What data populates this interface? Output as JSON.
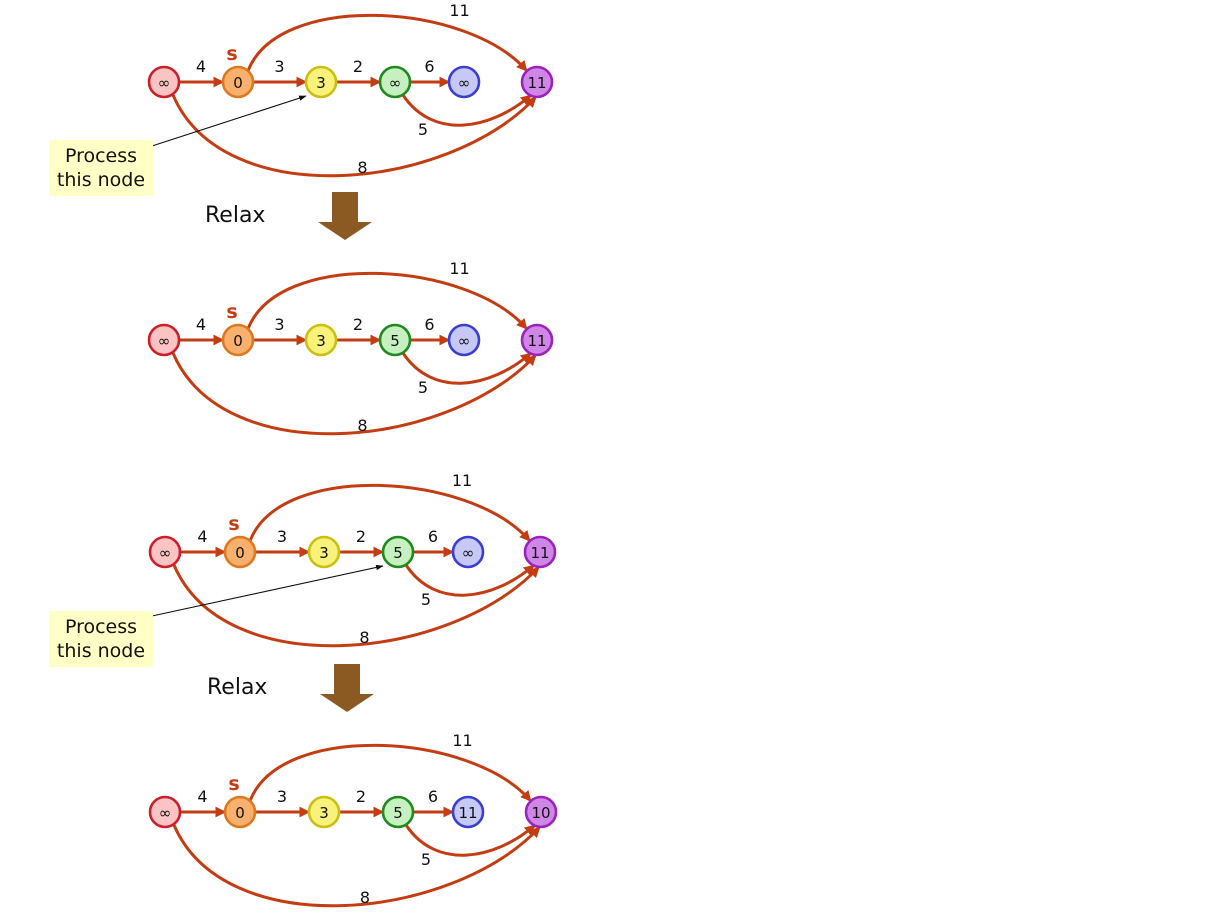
{
  "colors": {
    "edge": "#c43c12",
    "down_arrow": "#8b5a22",
    "note_bg": "#ffffc6",
    "source_label": "#c43c12"
  },
  "node_styles": {
    "red": {
      "fill": "#fbc4c4",
      "stroke": "#cc1f2a"
    },
    "orange": {
      "fill": "#f7b06e",
      "stroke": "#db7a21"
    },
    "yellow": {
      "fill": "#f8f27a",
      "stroke": "#cbbf14"
    },
    "green": {
      "fill": "#c6f0c0",
      "stroke": "#1f8a1f"
    },
    "blue": {
      "fill": "#c6c8f6",
      "stroke": "#3b3fd0"
    },
    "purple": {
      "fill": "#cf86e6",
      "stroke": "#9b23b8"
    }
  },
  "source_label": "s",
  "edge_weights": {
    "e01": "4",
    "e12": "3",
    "e23": "2",
    "e34": "6",
    "e15": "11",
    "e35": "5",
    "e05": "8"
  },
  "steps": [
    {
      "node_values": [
        "∞",
        "0",
        "3",
        "∞",
        "∞",
        "11"
      ],
      "processed_node": 2
    },
    {
      "node_values": [
        "∞",
        "0",
        "3",
        "5",
        "∞",
        "11"
      ],
      "processed_node": null
    },
    {
      "node_values": [
        "∞",
        "0",
        "3",
        "5",
        "∞",
        "11"
      ],
      "processed_node": 3
    },
    {
      "node_values": [
        "∞",
        "0",
        "3",
        "5",
        "11",
        "10"
      ],
      "processed_node": null
    }
  ],
  "notes": [
    {
      "line1": "Process",
      "line2": "this node"
    },
    {
      "line1": "Process",
      "line2": "this node"
    }
  ],
  "transitions": [
    {
      "label": "Relax"
    },
    {
      "label": "Relax"
    }
  ]
}
